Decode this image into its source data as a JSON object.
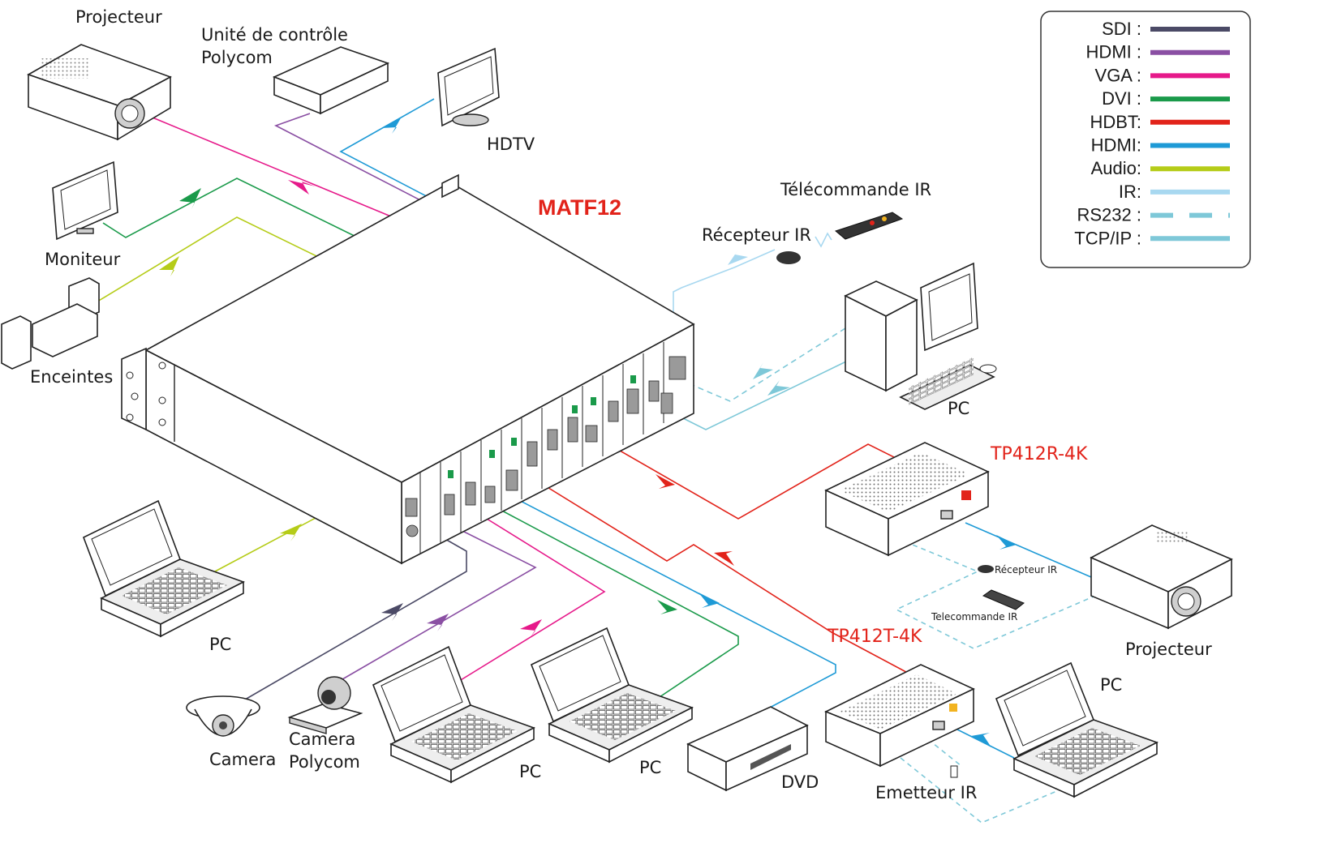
{
  "title": "MATF12",
  "colors": {
    "title": "#e2231a",
    "model": "#e2231a",
    "sdi": "#4b4a66",
    "hdmi_out": "#8a4fa3",
    "vga": "#e6198a",
    "dvi": "#1a9a4a",
    "hdbt": "#e2231a",
    "hdmi_in": "#1e9ad6",
    "audio": "#b5cc18",
    "ir": "#a8d8f0",
    "rs232": "#7ec8d8",
    "tcpip": "#7ec8d8"
  },
  "legend": [
    {
      "label": "SDI :",
      "style": "solid",
      "color": "#4b4a66"
    },
    {
      "label": "HDMI :",
      "style": "solid",
      "color": "#8a4fa3"
    },
    {
      "label": "VGA :",
      "style": "solid",
      "color": "#e6198a"
    },
    {
      "label": "DVI :",
      "style": "solid",
      "color": "#1a9a4a"
    },
    {
      "label": "HDBT:",
      "style": "solid",
      "color": "#e2231a"
    },
    {
      "label": "HDMI:",
      "style": "solid",
      "color": "#1e9ad6"
    },
    {
      "label": "Audio:",
      "style": "solid",
      "color": "#b5cc18"
    },
    {
      "label": "IR:",
      "style": "solid",
      "color": "#a8d8f0"
    },
    {
      "label": "RS232 :",
      "style": "dashed",
      "color": "#7ec8d8"
    },
    {
      "label": "TCP/IP :",
      "style": "solid",
      "color": "#7ec8d8"
    }
  ],
  "labels": {
    "projecteur_top": "Projecteur",
    "polycom_unit_1": "Unité de contrôle",
    "polycom_unit_2": "Polycom",
    "hdtv": "HDTV",
    "moniteur": "Moniteur",
    "enceintes": "Enceintes",
    "telecommande_ir": "Télécommande IR",
    "recepteur_ir": "Récepteur IR",
    "pc_right": "PC",
    "tp_receiver": "TP412R-4K",
    "tp_transmitter": "TP412T-4K",
    "recepteur_ir_small": "Récepteur IR",
    "telecommande_ir_small": "Telecommande IR",
    "projecteur_right": "Projecteur",
    "pc_left": "PC",
    "camera": "Camera",
    "camera_polycom_1": "Camera",
    "camera_polycom_2": "Polycom",
    "pc_bottom_1": "PC",
    "pc_bottom_2": "PC",
    "dvd": "DVD",
    "emetteur_ir": "Emetteur IR",
    "pc_bottom_right": "PC"
  }
}
